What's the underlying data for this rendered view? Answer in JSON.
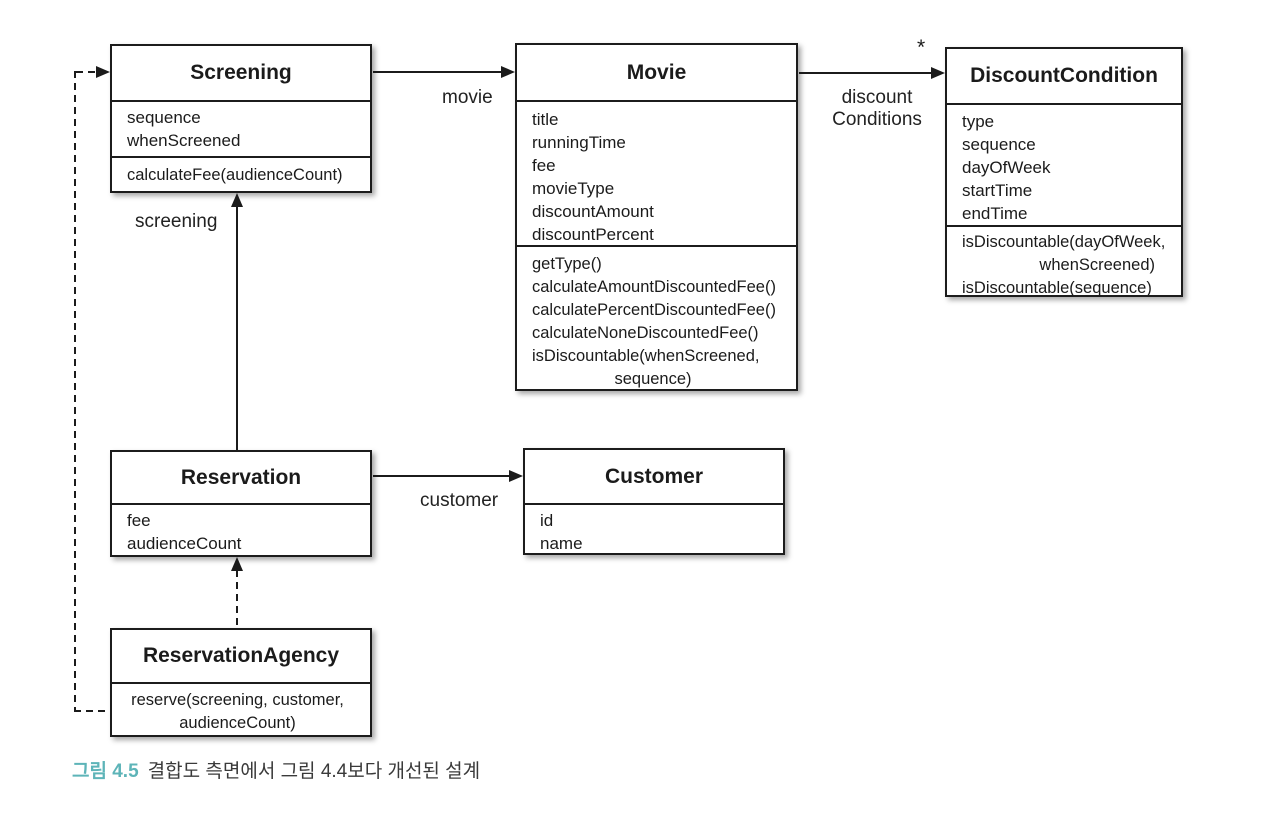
{
  "diagram": {
    "type": "uml-class-diagram",
    "background_color": "#ffffff",
    "line_color": "#1b1b1b",
    "accent_color": "#5db4b8"
  },
  "classes": {
    "screening": {
      "name": "Screening",
      "attributes": [
        "sequence",
        "whenScreened"
      ],
      "methods": [
        "calculateFee(audienceCount)"
      ]
    },
    "movie": {
      "name": "Movie",
      "attributes": [
        "title",
        "runningTime",
        "fee",
        "movieType",
        "discountAmount",
        "discountPercent"
      ],
      "methods": [
        "getType()",
        "calculateAmountDiscountedFee()",
        "calculatePercentDiscountedFee()",
        "calculateNoneDiscountedFee()",
        "isDiscountable(whenScreened,",
        "sequence)"
      ]
    },
    "discount_condition": {
      "name": "DiscountCondition",
      "attributes": [
        "type",
        "sequence",
        "dayOfWeek",
        "startTime",
        "endTime"
      ],
      "methods": [
        "isDiscountable(dayOfWeek,",
        "whenScreened)",
        "isDiscountable(sequence)"
      ]
    },
    "reservation": {
      "name": "Reservation",
      "attributes": [
        "fee",
        "audienceCount"
      ],
      "methods": []
    },
    "customer": {
      "name": "Customer",
      "attributes": [
        "id",
        "name"
      ],
      "methods": []
    },
    "reservation_agency": {
      "name": "ReservationAgency",
      "attributes": [],
      "methods": [
        "reserve(screening, customer,",
        "audienceCount)"
      ]
    }
  },
  "relations": {
    "screening_to_movie": {
      "label": "movie",
      "style": "solid-arrow"
    },
    "movie_to_discount_condition": {
      "label_line1": "discount",
      "label_line2": "Conditions",
      "multiplicity": "*",
      "style": "solid-arrow"
    },
    "reservation_to_screening": {
      "label": "screening",
      "style": "solid-arrow"
    },
    "reservation_to_customer": {
      "label": "customer",
      "style": "solid-arrow"
    },
    "agency_to_reservation": {
      "style": "dashed-arrow"
    },
    "agency_to_screening": {
      "style": "dashed-arrow"
    }
  },
  "caption": {
    "figure_label": "그림 4.5",
    "text": "결합도 측면에서 그림 4.4보다 개선된 설계"
  }
}
